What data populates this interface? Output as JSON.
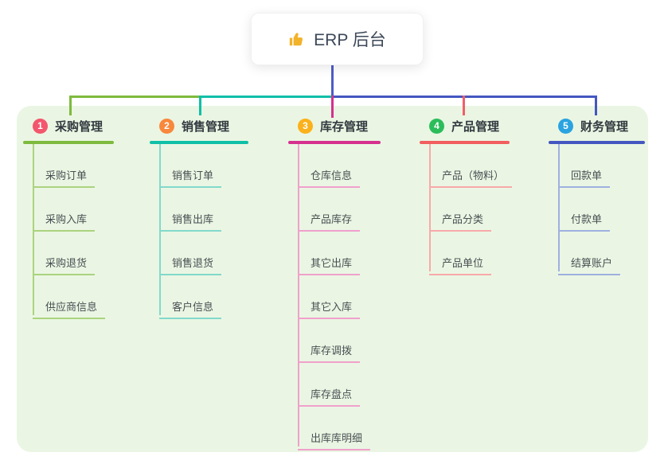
{
  "root": {
    "label": "ERP 后台",
    "icon": "thumbs-up",
    "icon_color": "#f2b32a",
    "line_color": "#4e5cc6"
  },
  "panel": {
    "bg": "#eaf6e3"
  },
  "connectors": {
    "left_green": "#7eba3d",
    "mid_teal": "#0fbfa7",
    "right_blue": "#4457c1",
    "drop_magenta": "#d6308f",
    "drop_red": "#f25e68"
  },
  "branches": [
    {
      "number": "1",
      "title": "采购管理",
      "badge_color": "#f3566d",
      "line_color": "#7eba3d",
      "child_line_color": "#abd37f",
      "children": [
        "采购订单",
        "采购入库",
        "采购退货",
        "供应商信息"
      ]
    },
    {
      "number": "2",
      "title": "销售管理",
      "badge_color": "#f8883c",
      "line_color": "#0fbfa7",
      "child_line_color": "#82d9cb",
      "children": [
        "销售订单",
        "销售出库",
        "销售退货",
        "客户信息"
      ]
    },
    {
      "number": "3",
      "title": "库存管理",
      "badge_color": "#fbb11b",
      "line_color": "#d6308f",
      "child_line_color": "#f0a0cc",
      "children": [
        "仓库信息",
        "产品库存",
        "其它出库",
        "其它入库",
        "库存调拨",
        "库存盘点",
        "出库库明细"
      ]
    },
    {
      "number": "4",
      "title": "产品管理",
      "badge_color": "#2cbd5b",
      "line_color": "#f25e5e",
      "child_line_color": "#f8a9a9",
      "children": [
        "产品（物料）",
        "产品分类",
        "产品单位"
      ]
    },
    {
      "number": "5",
      "title": "财务管理",
      "badge_color": "#2aa3e0",
      "line_color": "#4457c1",
      "child_line_color": "#9fb0e0",
      "children": [
        "回款单",
        "付款单",
        "结算账户"
      ]
    }
  ]
}
